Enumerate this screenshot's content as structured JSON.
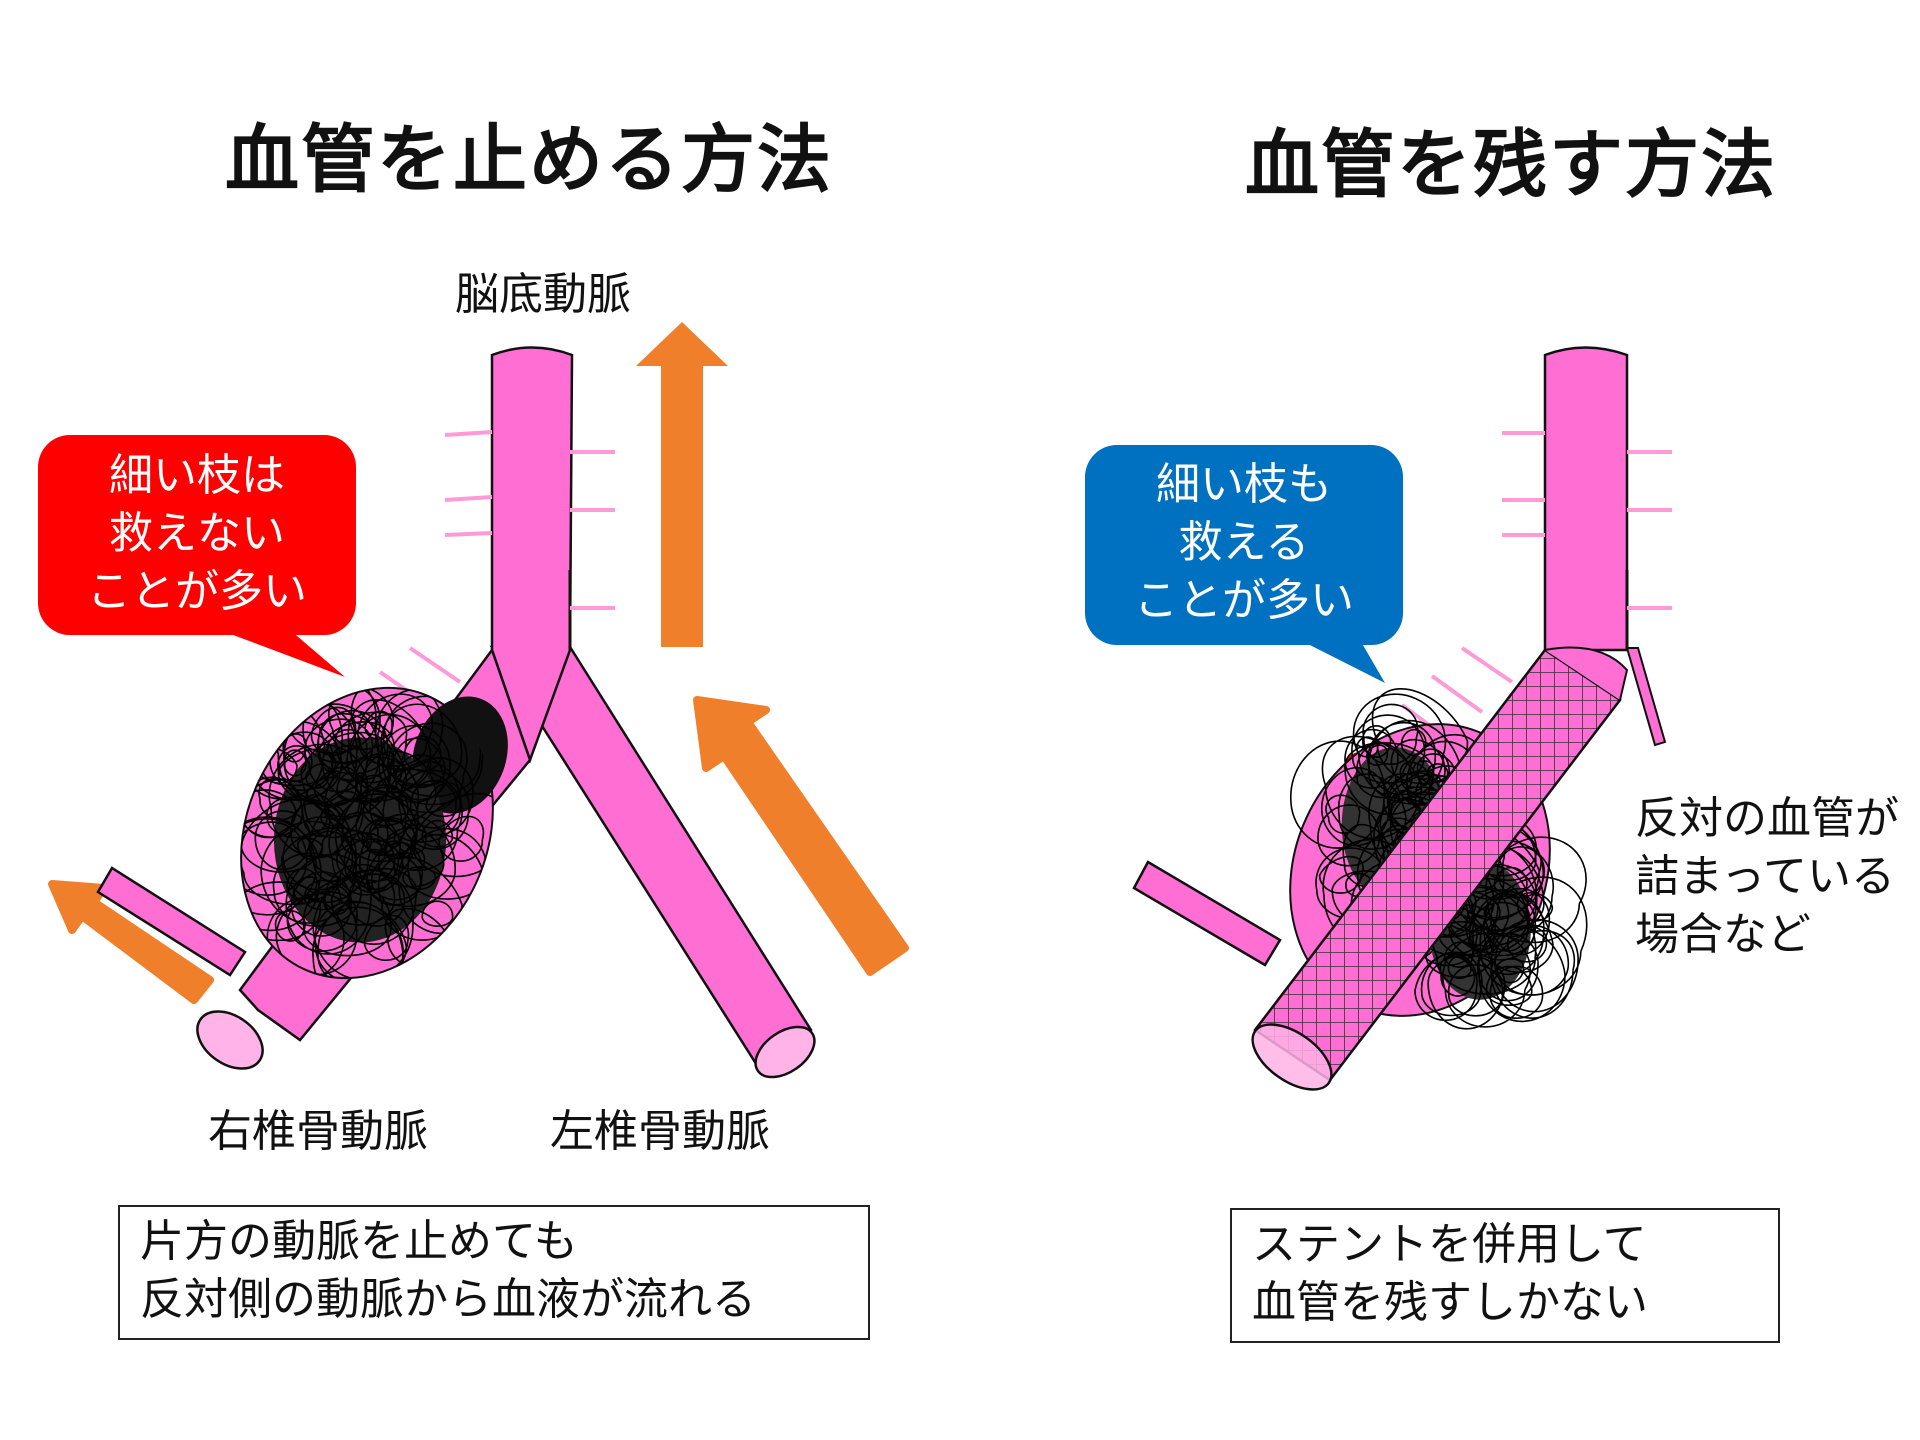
{
  "left_panel": {
    "title": "血管を止める方法",
    "bubble_lines": [
      "細い枝は",
      "救えない",
      "ことが多い"
    ],
    "labels": {
      "basilar": "脳底動脈",
      "right_vertebral": "右椎骨動脈",
      "left_vertebral": "左椎骨動脈"
    },
    "note_lines": [
      "片方の動脈を止めても",
      "反対側の動脈から血液が流れる"
    ]
  },
  "right_panel": {
    "title": "血管を残す方法",
    "bubble_lines": [
      "細い枝も",
      "救える",
      "ことが多い"
    ],
    "side_note_lines": [
      "反対の血管が",
      "詰まっている",
      "場合など"
    ],
    "note_lines": [
      "ステントを併用して",
      "血管を残すしかない"
    ]
  },
  "colors": {
    "vessel": "#ff6ed2",
    "vessel_end": "#ffb3e6",
    "branch": "#ff9ad8",
    "arrow": "#f07f2c",
    "bubble_red": "#ff0000",
    "bubble_blue": "#0070c0",
    "coil": "#000000",
    "aneurysm_tip": "#ff0000"
  }
}
